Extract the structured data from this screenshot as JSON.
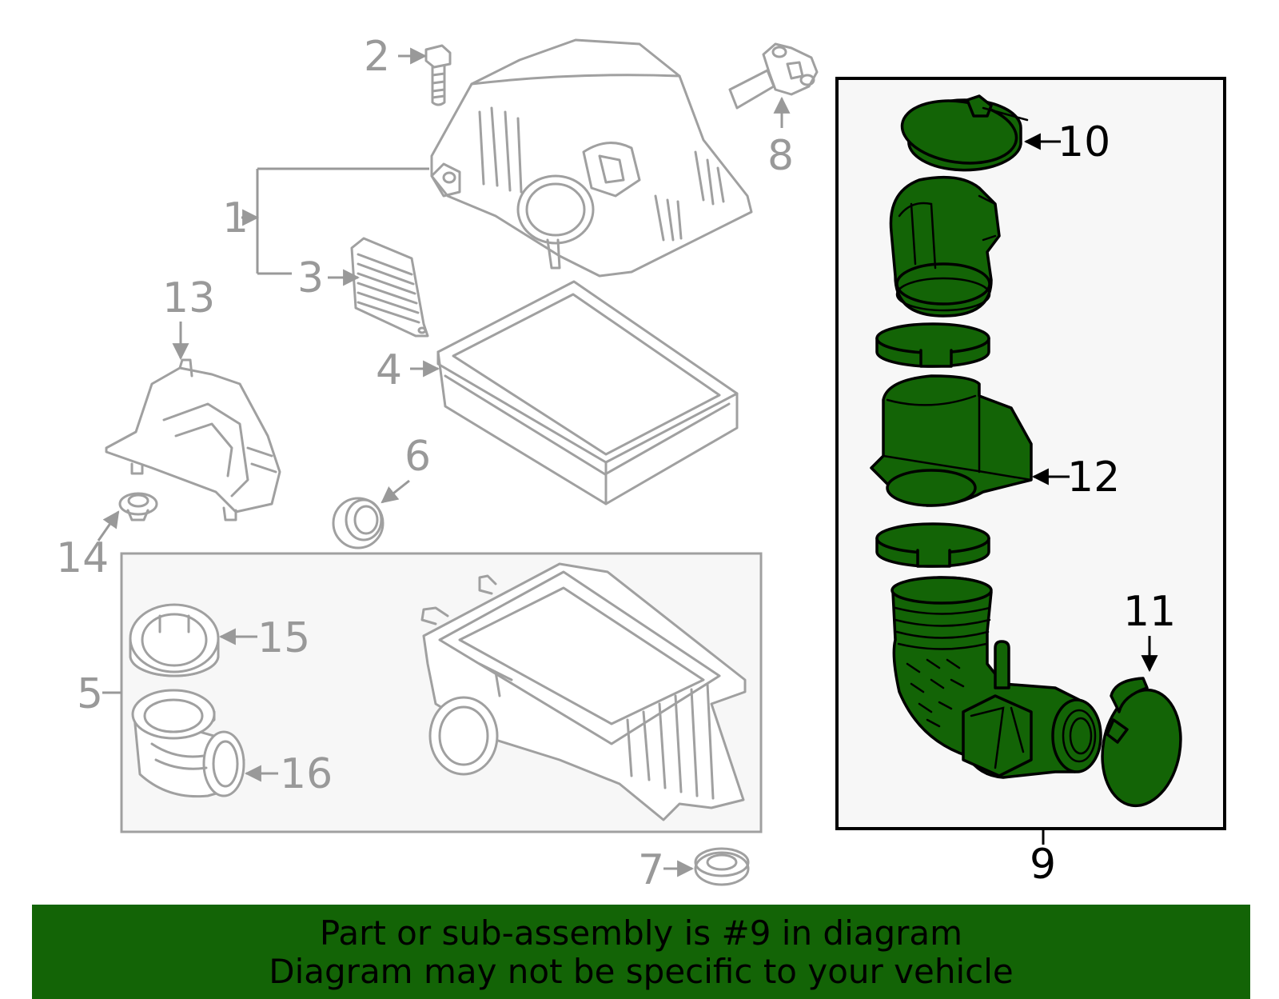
{
  "callouts": {
    "c1": "1",
    "c2": "2",
    "c3": "3",
    "c4": "4",
    "c5": "5",
    "c6": "6",
    "c7": "7",
    "c8": "8",
    "c9": "9",
    "c10": "10",
    "c11": "11",
    "c12": "12",
    "c13": "13",
    "c14": "14",
    "c15": "15",
    "c16": "16"
  },
  "highlighted_part": "9",
  "colors": {
    "highlight": "#136406",
    "outline_gray": "#a0a0a0",
    "label_gray": "#999999",
    "box_background": "#f7f7f7"
  },
  "banner": {
    "line1": "Part or sub-assembly is #9 in diagram",
    "line2": "Diagram may not be specific to your vehicle"
  }
}
